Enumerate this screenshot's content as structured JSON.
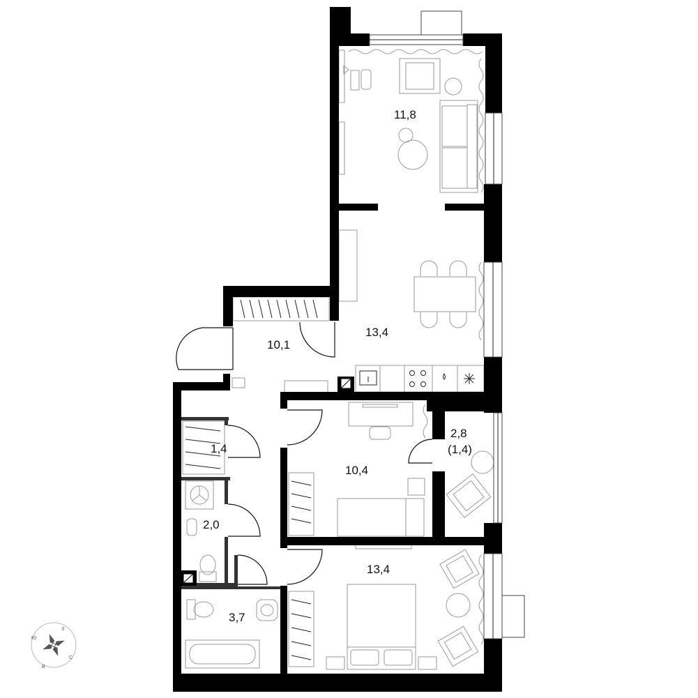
{
  "plan": {
    "rooms": [
      {
        "id": "living",
        "area": "11,8"
      },
      {
        "id": "kitchen",
        "area": "13,4"
      },
      {
        "id": "hall",
        "area": "10,1"
      },
      {
        "id": "wardrobe",
        "area": "1,4"
      },
      {
        "id": "wc",
        "area": "2,0"
      },
      {
        "id": "bathroom",
        "area": "3,7"
      },
      {
        "id": "bedroom-small",
        "area": "10,4"
      },
      {
        "id": "balcony",
        "area": "2,8",
        "sub": "(1,4)"
      },
      {
        "id": "bedroom-main",
        "area": "13,4"
      }
    ]
  },
  "compass": {
    "labels": [
      "З",
      "С",
      "В",
      "Ю"
    ]
  },
  "colors": {
    "wall": "#000000",
    "partition": "#333333",
    "furniture": "#9a9a9a",
    "background": "#ffffff"
  }
}
